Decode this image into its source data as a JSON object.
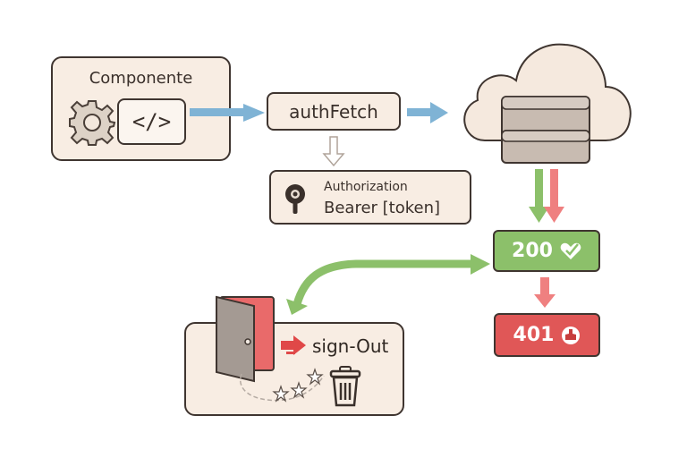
{
  "component": {
    "title": "Componente",
    "code_glyph": "</>"
  },
  "auth_fetch": {
    "label": "authFetch"
  },
  "header": {
    "name": "Authorization",
    "value": "Bearer [token]"
  },
  "server": {
    "icon": "cloud-server-icon"
  },
  "status_ok": {
    "code": "200",
    "icon": "check-heart-icon",
    "color": "#8cc06a"
  },
  "status_unauth": {
    "code": "401",
    "icon": "thumbs-down-icon",
    "color": "#e05757"
  },
  "sign_out": {
    "label": "sign-Out",
    "icons": [
      "door-icon",
      "arrow-right-icon",
      "trash-icon",
      "stars-icon"
    ]
  },
  "colors": {
    "request_arrow": "#7fb3d5",
    "success_arrow": "#8cc06a",
    "error_arrow": "#ef8080",
    "box_fill": "#f8ede3",
    "outline": "#3f3530"
  }
}
